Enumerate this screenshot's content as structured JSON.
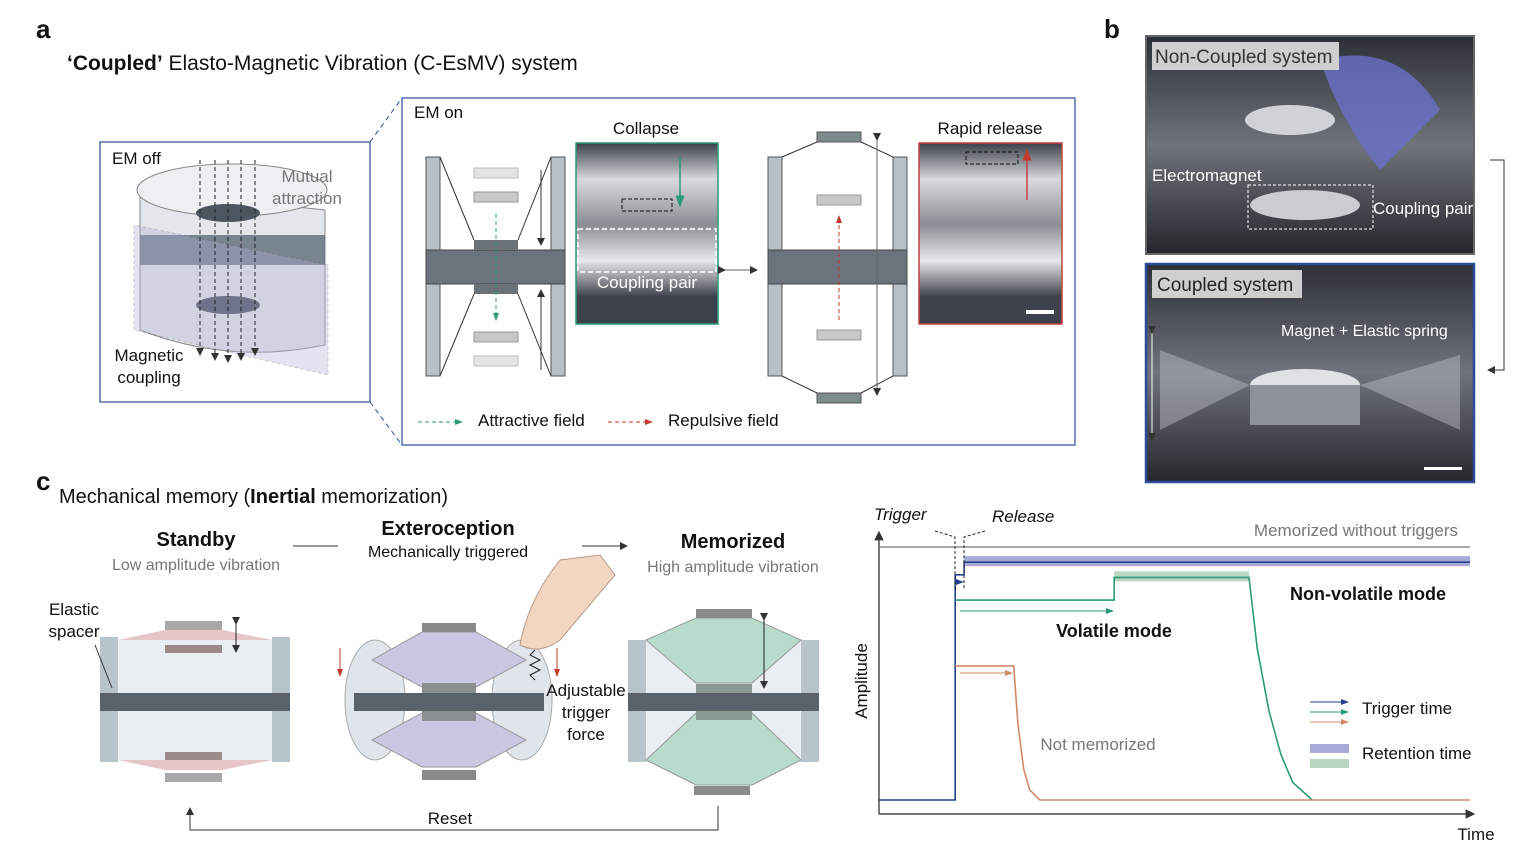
{
  "panel_a": {
    "letter": "a",
    "title_bold": "‘Coupled’",
    "title_rest": " Elasto-Magnetic Vibration (C-EsMV) system",
    "em_off": {
      "label": "EM off",
      "mutual_1": "Mutual",
      "mutual_2": "attraction",
      "magnetic_1": "Magnetic",
      "magnetic_2": "coupling"
    },
    "em_on": {
      "label": "EM on",
      "collapse": "Collapse",
      "coupling_pair": "Coupling pair",
      "rapid_release": "Rapid release"
    },
    "legend": {
      "attractive": "Attractive field",
      "repulsive": "Repulsive field"
    },
    "colors": {
      "frame": "#2b4b9b",
      "attractive": "#2a9a78",
      "repulsive": "#c0392b"
    }
  },
  "panel_b": {
    "letter": "b",
    "non_coupled": {
      "title": "Non-Coupled system",
      "electromagnet": "Electromagnet",
      "coupling_pair": "Coupling pair"
    },
    "coupled": {
      "title": "Coupled system",
      "magnet_spring": "Magnet + Elastic spring"
    }
  },
  "panel_c": {
    "letter": "c",
    "title_plain": "Mechanical memory (",
    "title_bold": "Inertial",
    "title_end": " memorization)",
    "states": [
      {
        "name": "Standby",
        "sub": "Low amplitude vibration"
      },
      {
        "name": "Exteroception",
        "sub": "Mechanically triggered"
      },
      {
        "name": "Memorized",
        "sub": "High amplitude vibration"
      }
    ],
    "elastic_1": "Elastic",
    "elastic_2": "spacer",
    "trigger_1": "Adjustable",
    "trigger_2": "trigger",
    "trigger_3": "force",
    "reset": "Reset"
  },
  "chart_data": {
    "type": "line",
    "xlabel": "Time",
    "ylabel": "Amplitude",
    "annotations": {
      "trigger": "Trigger",
      "release": "Release",
      "memorized": "Memorized without triggers",
      "non_volatile": "Non-volatile mode",
      "volatile": "Volatile mode",
      "not_memorized": "Not memorized"
    },
    "legend": {
      "trigger_time": "Trigger time",
      "retention_time": "Retention time"
    },
    "series": [
      {
        "key": "memorized",
        "color": "#555555",
        "points": [
          [
            0,
            1.0
          ],
          [
            100,
            1.0
          ]
        ]
      },
      {
        "key": "non_volatile",
        "color": "#23408e",
        "points": [
          [
            0,
            0
          ],
          [
            12.9,
            0
          ],
          [
            12.9,
            0.89
          ],
          [
            14.4,
            0.89
          ],
          [
            14.4,
            0.94
          ],
          [
            100,
            0.94
          ]
        ]
      },
      {
        "key": "volatile",
        "color": "#2a9a78",
        "points": [
          [
            12.9,
            0.79
          ],
          [
            39.8,
            0.79
          ],
          [
            39.8,
            0.88
          ],
          [
            62.6,
            0.88
          ],
          [
            64,
            0.6
          ],
          [
            66,
            0.35
          ],
          [
            68,
            0.18
          ],
          [
            70,
            0.07
          ],
          [
            73.3,
            0
          ]
        ]
      },
      {
        "key": "not_memorized",
        "color": "#d08a66",
        "points": [
          [
            12.9,
            0.53
          ],
          [
            22.8,
            0.53
          ],
          [
            23.5,
            0.3
          ],
          [
            24.5,
            0.12
          ],
          [
            25.5,
            0.04
          ],
          [
            27.2,
            0
          ],
          [
            100,
            0
          ]
        ]
      }
    ],
    "retention_bands": [
      {
        "color": "#a9a9d6",
        "x": [
          14.4,
          100
        ]
      },
      {
        "color": "#b9d6c3",
        "x": [
          39.8,
          62.6
        ]
      }
    ],
    "xlim": [
      0,
      100
    ],
    "ylim": [
      0,
      1.1
    ]
  }
}
